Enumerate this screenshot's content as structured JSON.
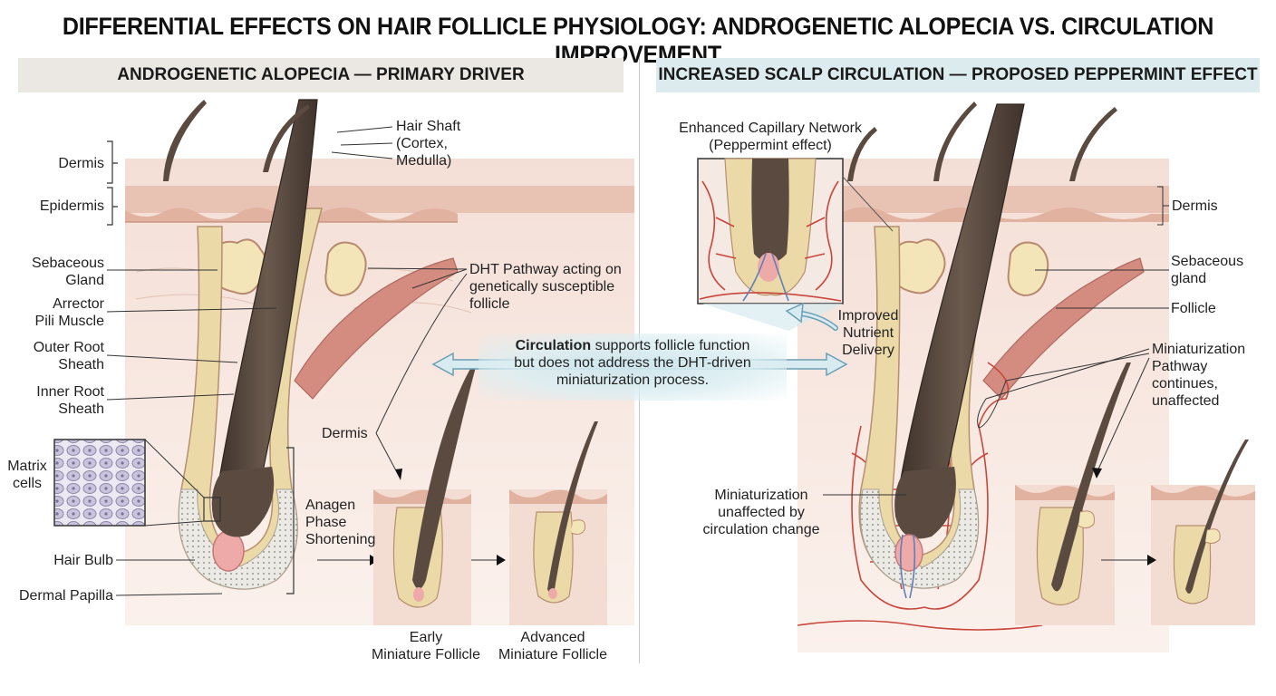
{
  "title": "DIFFERENTIAL EFFECTS ON HAIR FOLLICLE PHYSIOLOGY: ANDROGENETIC ALOPECIA VS. CIRCULATION IMPROVEMENT",
  "left_panel": {
    "heading": "ANDROGENETIC ALOPECIA — PRIMARY DRIVER",
    "labels": {
      "dermis": "Dermis",
      "epidermis": "Epidermis",
      "sebaceous_gland": "Sebaceous\nGland",
      "arrector_pili": "Arrector\nPili Muscle",
      "outer_root_sheath": "Outer Root\nSheath",
      "inner_root_sheath": "Inner Root\nSheath",
      "matrix_cells": "Matrix\ncells",
      "hair_bulb": "Hair Bulb",
      "dermal_papilla": "Dermal Papilla",
      "hair_shaft": "Hair Shaft\n(Cortex,\nMedulla)",
      "dht_pathway": "DHT Pathway acting on\ngenetically susceptible\nfollicle",
      "dermis_small": "Dermis",
      "anagen": "Anagen\nPhase\nShortening",
      "early_follicle": "Early\nMiniature Follicle",
      "advanced_follicle": "Advanced\nMiniature Follicle"
    }
  },
  "callout": {
    "bold": "Circulation",
    "line1_rest": " supports follicle function",
    "line2": "but does not address the DHT-driven",
    "line3": "miniaturization process."
  },
  "right_panel": {
    "heading": "INCREASED SCALP CIRCULATION — PROPOSED PEPPERMINT EFFECT",
    "labels": {
      "capillary": "Enhanced Capillary Network\n(Peppermint effect)",
      "nutrient": "Improved\nNutrient\nDelivery",
      "dermis": "Dermis",
      "sebaceous": "Sebaceous\ngland",
      "follicle": "Follicle",
      "miniaturization_pathway": "Miniaturization\nPathway\ncontinues,\nunaffected",
      "miniaturization_unaffected": "Miniaturization\nunaffected by\ncirculation change"
    }
  },
  "colors": {
    "skin": "#f2d9cf",
    "epidermis": "#e6b9a8",
    "hair": "#5a4a40",
    "sheath_outer": "#ecd9a8",
    "sheath_inner": "#e8e3cf",
    "papilla": "#eeaaa8",
    "muscle": "#d48b80",
    "gland": "#f3e5b8",
    "vessel_red": "#c9463c",
    "vessel_blue": "#5f7fb8",
    "arrow_fill": "#d7ebf0",
    "arrow_stroke": "#6b9fb4"
  }
}
